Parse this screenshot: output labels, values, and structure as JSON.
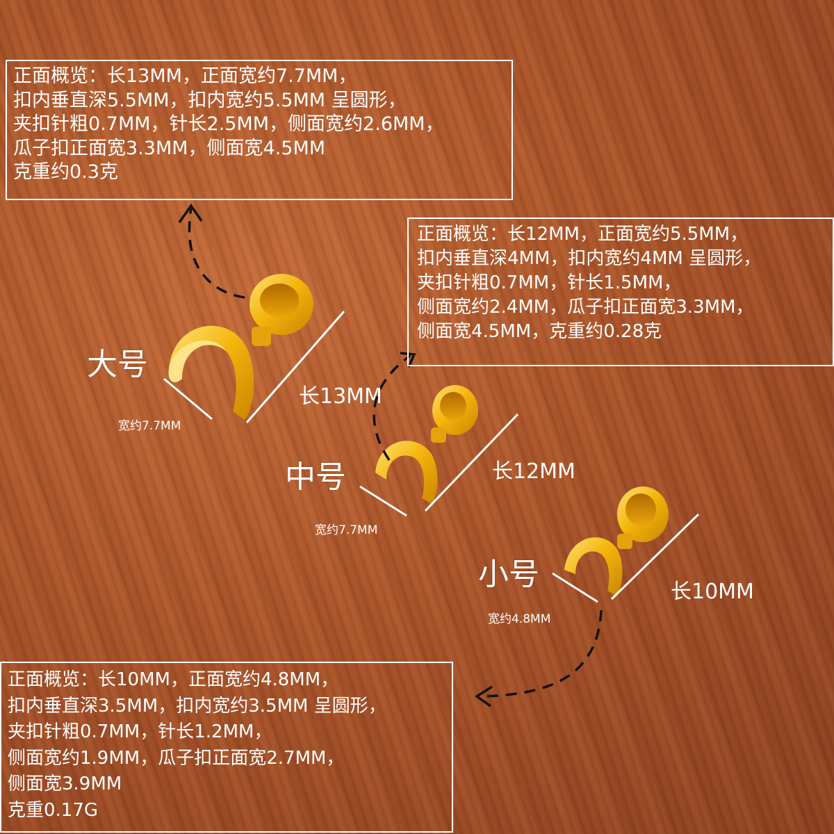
{
  "large": {
    "name": "大号",
    "length": "长13MM",
    "width": "宽约7.7MM",
    "specs": [
      "正面概览：长13MM，正面宽约7.7MM，",
      "扣内垂直深5.5MM，扣内宽约5.5MM 呈圆形，",
      "夹扣针粗0.7MM，针长2.5MM，侧面宽约2.6MM，",
      "瓜子扣正面宽3.3MM，侧面宽4.5MM",
      "克重约0.3克"
    ]
  },
  "medium": {
    "name": "中号",
    "length": "长12MM",
    "width": "宽约7.7MM",
    "specs": [
      "正面概览：长12MM，正面宽约5.5MM，",
      "扣内垂直深4MM，扣内宽约4MM 呈圆形，",
      "夹扣针粗0.7MM，针长1.5MM，",
      "侧面宽约2.4MM，瓜子扣正面宽3.3MM，",
      "侧面宽4.5MM，克重约0.28克"
    ]
  },
  "small": {
    "name": "小号",
    "length": "长10MM",
    "width": "宽约4.8MM",
    "specs": [
      "正面概览：长10MM，正面宽约4.8MM，",
      "扣内垂直深3.5MM，扣内宽约3.5MM 呈圆形，",
      "夹扣针粗0.7MM，针长1.2MM，",
      "侧面宽约1.9MM，瓜子扣正面宽2.7MM，",
      "侧面宽3.9MM",
      "克重0.17G"
    ]
  },
  "colors": {
    "wood": "#a9542a",
    "gold": "#f2b50c",
    "text": "#ffffff"
  }
}
